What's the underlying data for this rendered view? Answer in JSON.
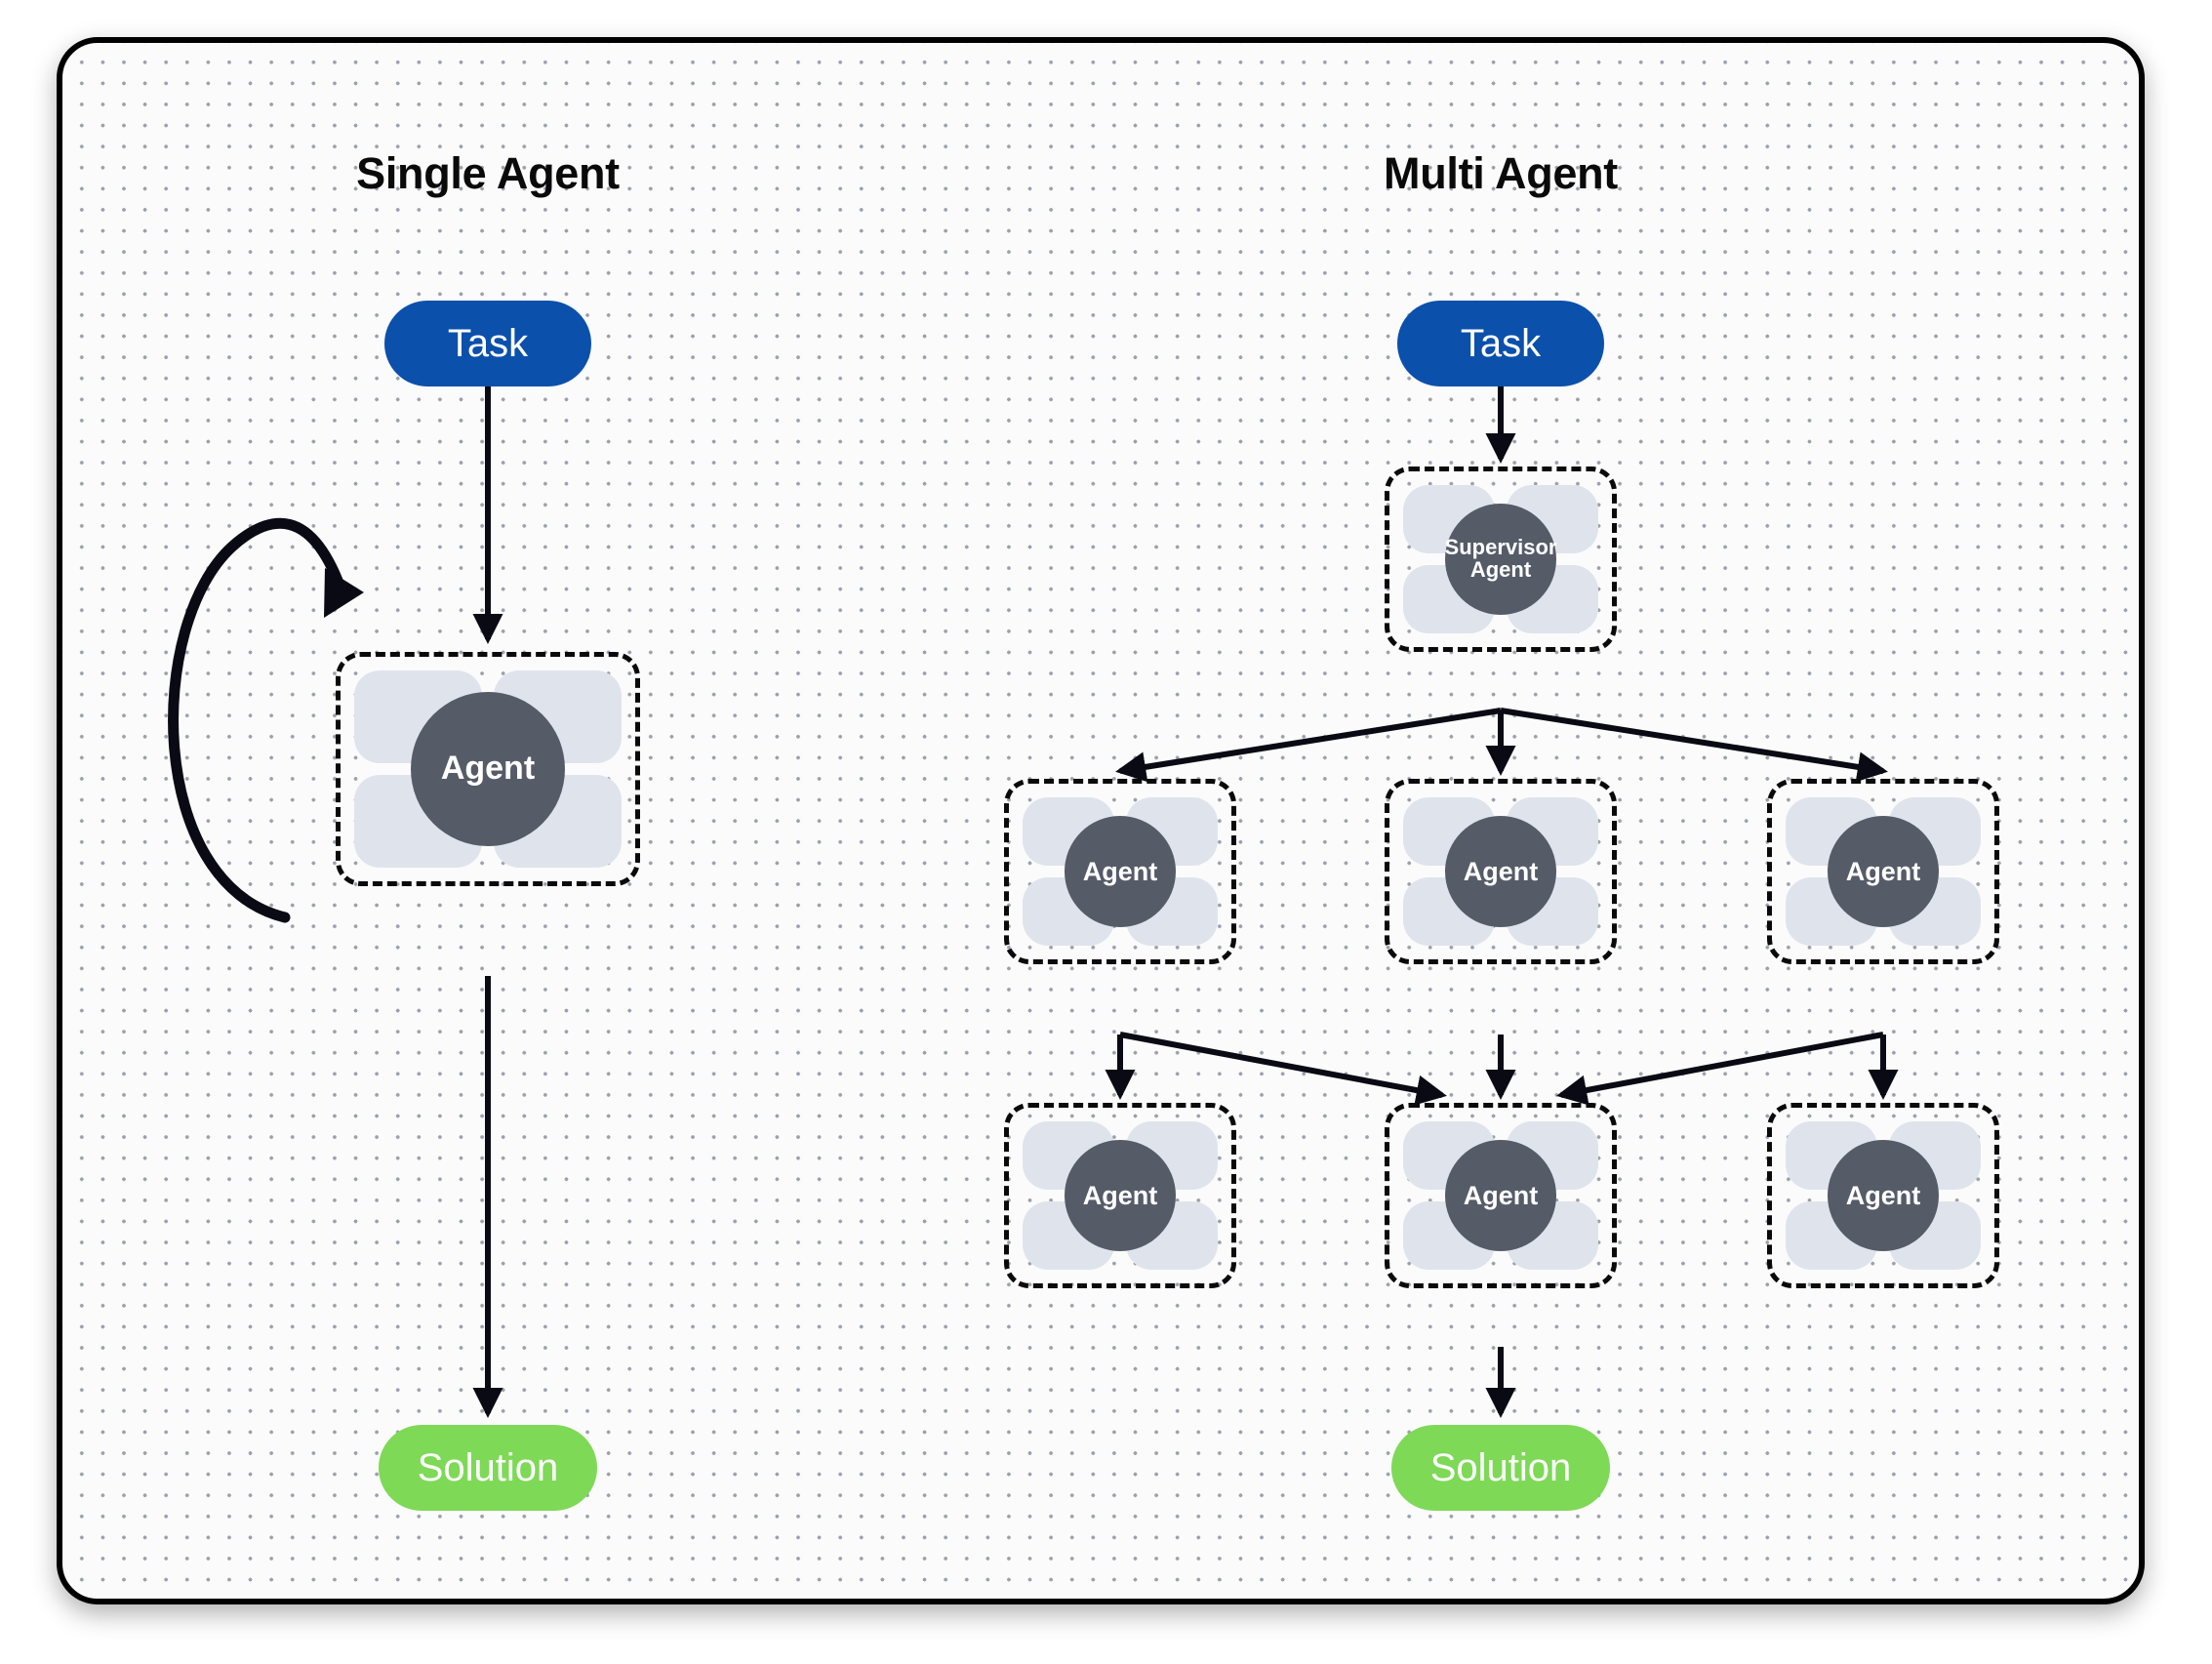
{
  "diagram": {
    "title_left": "Single Agent",
    "title_right": "Multi Agent",
    "colors": {
      "task_blue": "#0b50ab",
      "solution_green": "#7ed957",
      "agent_circle_gray": "#565b68",
      "agent_tile_blue_gray": "#dfe4ec",
      "frame_black": "#000000",
      "board_background": "#fbfbfb",
      "dot_grid": "#9ba0ab"
    }
  },
  "single_agent": {
    "title": "Single Agent",
    "task_label": "Task",
    "agent_label": "Agent",
    "solution_label": "Solution",
    "loop_arrow_name": "self-loop-arrow"
  },
  "multi_agent": {
    "title": "Multi Agent",
    "task_label": "Task",
    "supervisor_label_line1": "Supervisor",
    "supervisor_label_line2": "Agent",
    "solution_label": "Solution",
    "row2": [
      {
        "label": "Agent"
      },
      {
        "label": "Agent"
      },
      {
        "label": "Agent"
      }
    ],
    "row3": [
      {
        "label": "Agent"
      },
      {
        "label": "Agent"
      },
      {
        "label": "Agent"
      }
    ]
  }
}
